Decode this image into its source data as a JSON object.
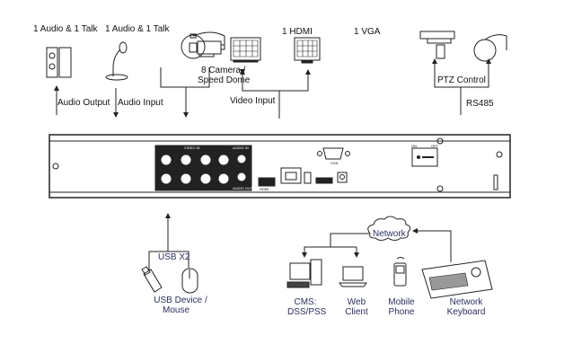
{
  "top": {
    "speaker_label": "1 Audio  & 1 Talk",
    "mic_label": "1 Audio & 1 Talk",
    "camera_label_1": "8 Camera /",
    "camera_label_2": "Speed Dome",
    "hdmi_label": "1 HDMI",
    "vga_label": "1 VGA",
    "ptz_label": "PTZ Control",
    "audio_output": "Audio  Output",
    "audio_input": "Audio  Input",
    "video_input": "Video Input",
    "rs485": "RS485"
  },
  "device": {
    "video_in": "VIDEO IN",
    "audio_in": "AUDIO IN",
    "audio_out": "AUDIO OUT",
    "vga": "VGA",
    "hdmi": "HDMI",
    "on": "ON",
    "off": "OFF"
  },
  "bottom": {
    "usb_label": "USB X2",
    "usb_device_1": "USB Device /",
    "usb_device_2": "Mouse",
    "network": "Network",
    "cms_1": "CMS:",
    "cms_2": "DSS/PSS",
    "web_1": "Web",
    "web_2": "Client",
    "mobile_1": "Mobile",
    "mobile_2": "Phone",
    "keyboard_1": "Network",
    "keyboard_2": "Keyboard"
  },
  "colors": {
    "line": "#222222",
    "bottom_text": "#2b2f5e"
  }
}
